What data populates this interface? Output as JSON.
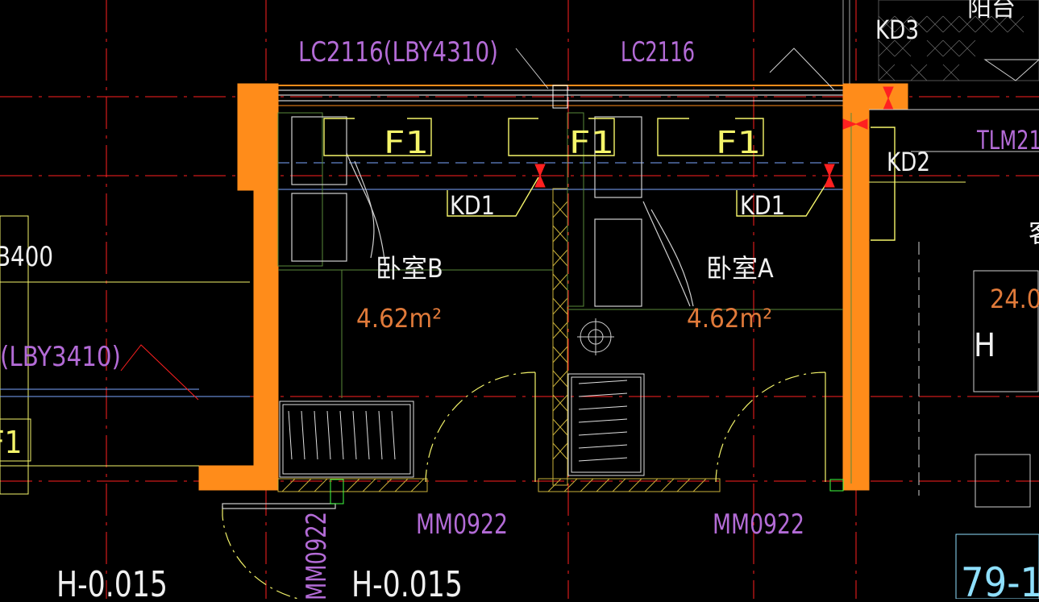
{
  "labels": {
    "lc2116_lby": "LC2116(LBY4310)",
    "lc2116": "LC2116",
    "kd3": "KD3",
    "yangtai": "阳台",
    "tlm": "TLM21",
    "kd2": "KD2",
    "f1_a": "F1",
    "f1_b": "F1",
    "f1_c": "F1",
    "kd1_a": "KD1",
    "kd1_b": "KD1",
    "b400": "B400",
    "lby3410": "(LBY3410)",
    "f1_left": "F1",
    "bedroom_b": "卧室B",
    "bedroom_a": "卧室A",
    "area_b": "4.62m²",
    "area_a": "4.62m²",
    "ke": "客",
    "val_24": "24.0",
    "h_right": "H",
    "mm0922_a": "MM0922",
    "mm0922_b": "MM0922",
    "mm0922_rot": "MM0922",
    "h_level_1": "H-0.015",
    "h_level_2": "H-0.015",
    "num_79": "79-1"
  },
  "colors": {
    "background": "#000000",
    "wall": "#ff8c1a",
    "axis": "#ff2020",
    "text_purple": "#b36bd6",
    "text_orange": "#e07a3a",
    "text_white": "#f0f0f0",
    "line_yellow": "#f5f56a",
    "line_blue": "#7da6ff",
    "line_green": "#5a8a3a",
    "line_cyan": "#8fe0ff"
  }
}
